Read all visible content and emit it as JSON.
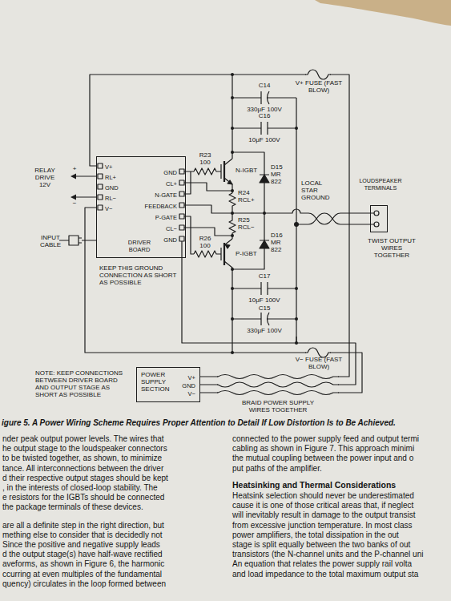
{
  "diagram": {
    "caption": "igure 5. A Power Wiring Scheme Requires Proper Attention to Detail If Low Distortion Is to Be Achieved.",
    "nodes": [
      {
        "text": [
          "V+",
          "RL+",
          "GND",
          "RL−",
          "V−",
          "GND",
          "CL+",
          "N-GATE",
          "FEEDBACK",
          "P-GATE",
          "CL−",
          "GND",
          "DRIVER BOARD"
        ]
      },
      {
        "text": [
          "LOUDSPEAKER TERMINALS"
        ]
      },
      {
        "text": [
          "POWER SUPPLY SECTION",
          "V+",
          "GND",
          "V−"
        ]
      }
    ],
    "edges": [
      {
        "from": 0,
        "to": 2,
        "arrow": "none"
      },
      {
        "from": 0,
        "to": 2,
        "arrow": "none"
      },
      {
        "from": 0,
        "to": 2,
        "arrow": "none"
      }
    ],
    "labels": [
      "C14",
      "330μF 100V",
      "V+ FUSE (FAST BLOW)",
      "C16",
      "10μF 100V",
      "R23",
      "100",
      "RELAY DRIVE 12V",
      "+",
      "N-IGBT",
      "D15",
      "MR 822",
      "LOCAL STAR GROUND",
      "R24",
      "RCL+",
      "−",
      "R25",
      "RCL−",
      "R26",
      "100",
      "INPUT CABLE",
      "D16",
      "MR 822",
      "TWIST OUTPUT WIRES TOGETHER",
      "P-IGBT",
      "KEEP THIS GROUND CONNECTION AS SHORT AS POSSIBLE",
      "C17",
      "10μF 100V",
      "C15",
      "330μF 100V",
      "V− FUSE (FAST BLOW)",
      "NOTE: KEEP CONNECTIONS BETWEEN DRIVER BOARD AND OUTPUT STAGE AS SHORT AS POSSIBLE",
      "BRAID POWER SUPPLY WIRES TOGETHER",
      "nder peak output power levels. The wires that",
      "he output stage to the loudspeaker connectors",
      "to be twisted together, as shown, to minimize",
      "tance. All interconnections between the driver",
      "d their respective output stages should be kept",
      ", in the interests of closed-loop stability. The",
      "e resistors for the IGBTs should be connected",
      "the package terminals of these devices.",
      "are all a definite step in the right direction, but",
      "mething else to consider that is decidedly not",
      "Since the positive and negative supply leads",
      "d the output stage(s) have half-wave rectified",
      "aveforms, as shown in Figure 6, the harmonic",
      "ccurring at even multiples of the fundamental",
      "quency) circulates in the loop formed between",
      "connected to the power supply feed and output termi",
      "cabling as shown in Figure 7. This approach minimi",
      "the mutual coupling between the power input and o",
      "put paths of the amplifier.",
      "Heatsinking and Thermal Considerations",
      "Heatsink selection should never be underestimated",
      "cause it is one of those critical areas that, if neglect",
      "will inevitably result in damage to the output transist",
      "from excessive junction temperature. In most class",
      "power amplifiers, the total dissipation in the out",
      "stage is split equally between the two banks of out",
      "transistors (the N-channel units and the P-channel uni",
      "An equation that relates the power supply rail volta",
      "and load impedance to the total maximum output sta"
    ]
  }
}
